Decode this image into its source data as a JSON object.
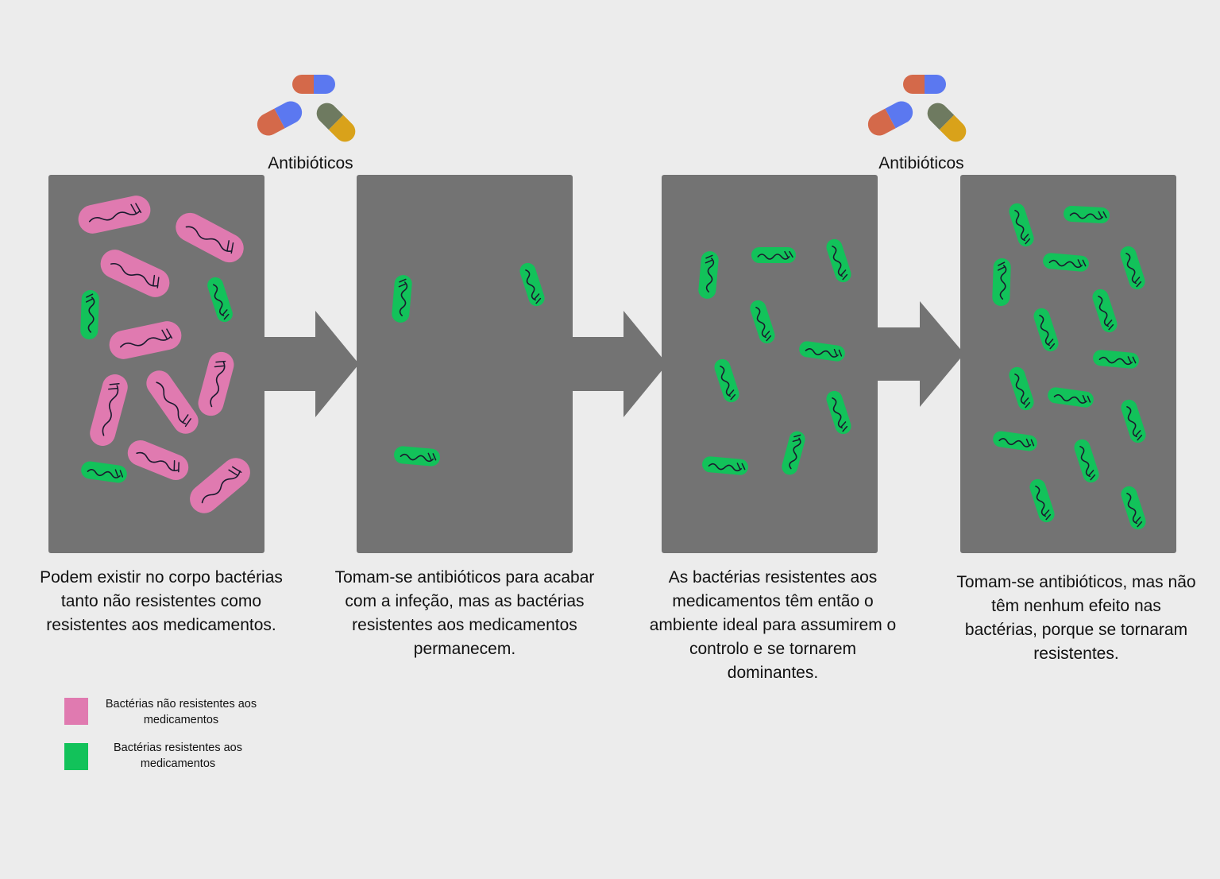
{
  "labels": {
    "antibiotics_1": "Antibióticos",
    "antibiotics_2": "Antibióticos"
  },
  "captions": [
    "Podem existir no corpo bactérias tanto não resistentes como resistentes aos medicamentos.",
    "Tomam-se antibióticos para acabar com a infeção, mas as bactérias resistentes aos medicamentos permanecem.",
    "As bactérias resistentes aos medicamentos têm então o ambiente ideal para assumirem o controlo e se tornarem dominantes.",
    "Tomam-se antibióticos, mas não têm nenhum efeito nas bactérias, porque se tornaram resistentes."
  ],
  "legend": [
    {
      "label": "Bactérias não resistentes aos medicamentos",
      "color": "#e07ab0"
    },
    {
      "label": "Bactérias resistentes aos medicamentos",
      "color": "#12c25a"
    }
  ],
  "colors": {
    "background": "#ececec",
    "panel": "#737373",
    "arrow": "#737373",
    "pink_bacteria": "#e07ab0",
    "green_bacteria": "#12c25a",
    "squiggle": "#1a1a2e",
    "pill_orange": "#d4694a",
    "pill_blue": "#5b78f0",
    "pill_olive": "#6e7a60",
    "pill_yellow": "#d9a21a"
  },
  "icons": [
    "pill-icon",
    "bacteria-icon",
    "arrow-icon"
  ]
}
